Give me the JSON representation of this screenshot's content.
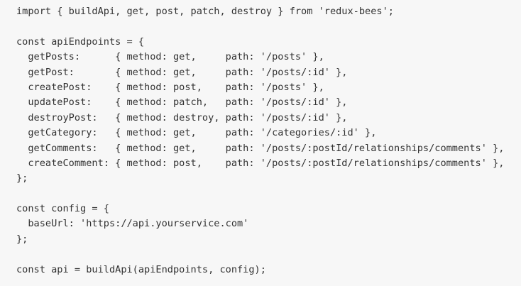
{
  "code": {
    "language": "javascript",
    "lines": [
      "import { buildApi, get, post, patch, destroy } from 'redux-bees';",
      "",
      "const apiEndpoints = {",
      "  getPosts:      { method: get,     path: '/posts' },",
      "  getPost:       { method: get,     path: '/posts/:id' },",
      "  createPost:    { method: post,    path: '/posts' },",
      "  updatePost:    { method: patch,   path: '/posts/:id' },",
      "  destroyPost:   { method: destroy, path: '/posts/:id' },",
      "  getCategory:   { method: get,     path: '/categories/:id' },",
      "  getComments:   { method: get,     path: '/posts/:postId/relationships/comments' },",
      "  createComment: { method: post,    path: '/posts/:postId/relationships/comments' },",
      "};",
      "",
      "const config = {",
      "  baseUrl: 'https://api.yourservice.com'",
      "};",
      "",
      "const api = buildApi(apiEndpoints, config);"
    ]
  },
  "colors": {
    "background": "#f7f7f7",
    "text": "#333333"
  }
}
